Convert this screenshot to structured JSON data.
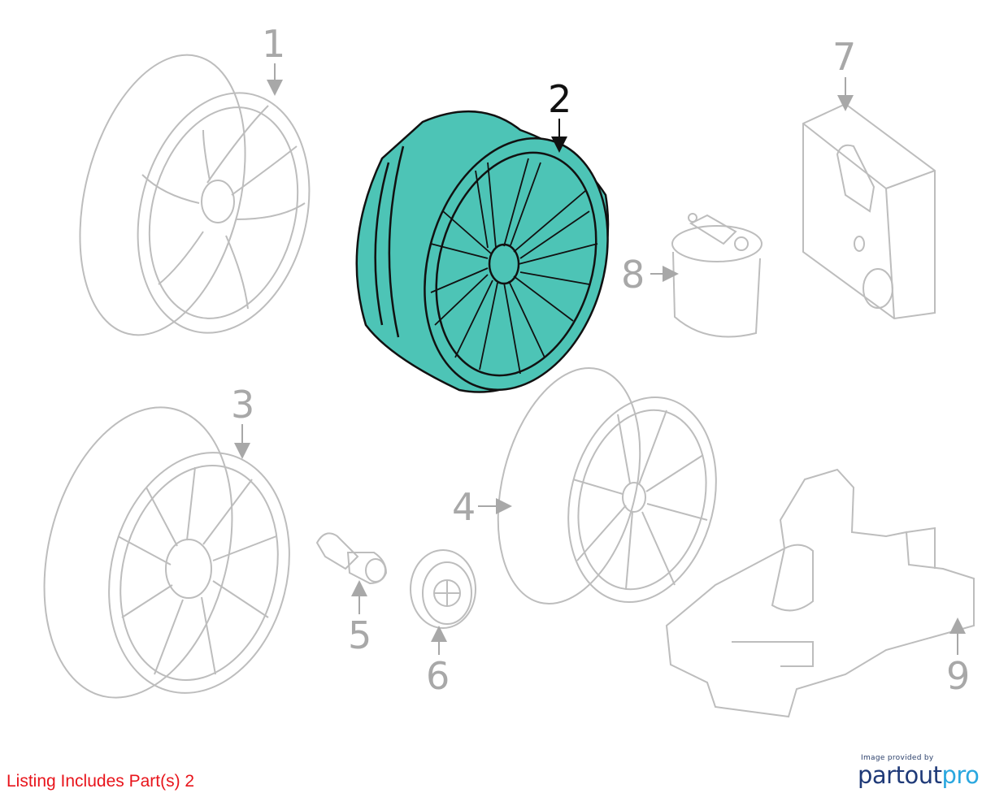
{
  "callouts": [
    {
      "id": "1",
      "label": "1",
      "highlighted": false
    },
    {
      "id": "2",
      "label": "2",
      "highlighted": true
    },
    {
      "id": "3",
      "label": "3",
      "highlighted": false
    },
    {
      "id": "4",
      "label": "4",
      "highlighted": false
    },
    {
      "id": "5",
      "label": "5",
      "highlighted": false
    },
    {
      "id": "6",
      "label": "6",
      "highlighted": false
    },
    {
      "id": "7",
      "label": "7",
      "highlighted": false
    },
    {
      "id": "8",
      "label": "8",
      "highlighted": false
    },
    {
      "id": "9",
      "label": "9",
      "highlighted": false
    }
  ],
  "footer": {
    "listing_note": "Listing Includes Part(s) 2",
    "credit_small": "Image provided by",
    "credit_brand_a": "partout",
    "credit_brand_b": "pro"
  },
  "colors": {
    "highlight_fill": "#4dc4b6",
    "line_gray": "#bdbdbd",
    "callout_gray": "#a8a8a8",
    "note_red": "#e8141b",
    "brand_navy": "#1f3a78",
    "brand_blue": "#2aa7df"
  }
}
